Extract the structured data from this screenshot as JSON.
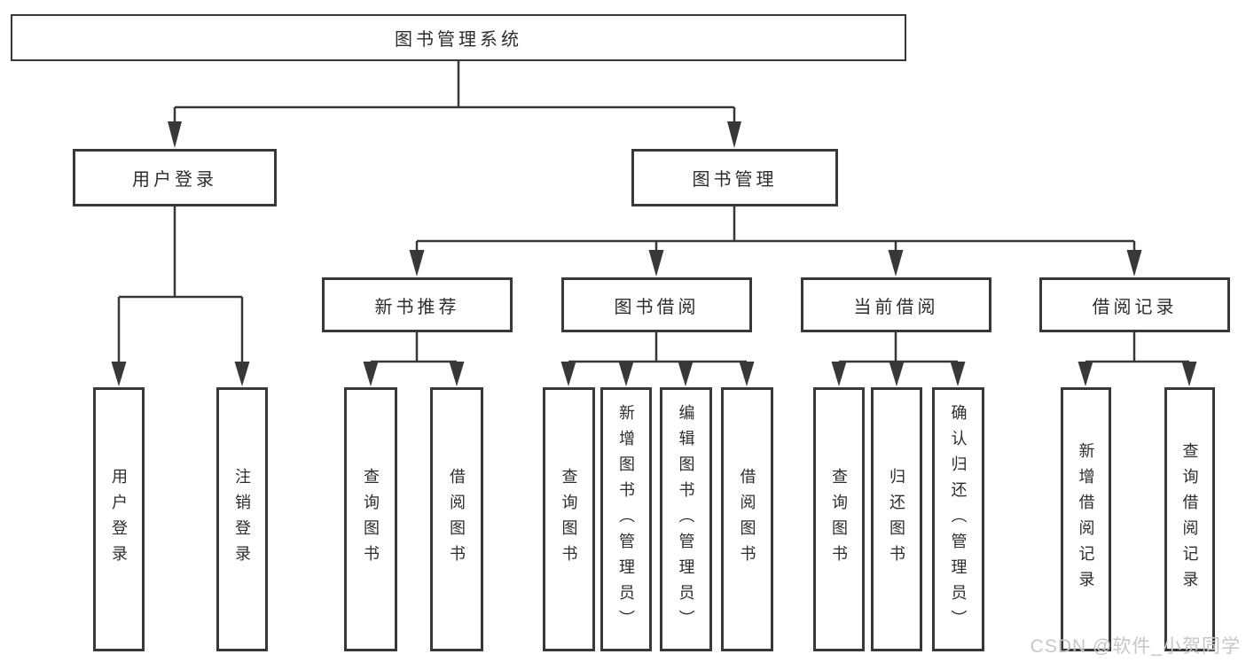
{
  "diagram_title": "图书管理系统",
  "tree": {
    "root": {
      "label": "图书管理系统"
    },
    "user_login": {
      "label": "用户登录",
      "children": [
        {
          "label": "用户登录"
        },
        {
          "label": "注销登录"
        }
      ]
    },
    "book_management": {
      "label": "图书管理",
      "sections": [
        {
          "label": "新书推荐",
          "children": [
            {
              "label": "查询图书"
            },
            {
              "label": "借阅图书"
            }
          ]
        },
        {
          "label": "图书借阅",
          "children": [
            {
              "label": "查询图书"
            },
            {
              "label": "新增图书（管理员）"
            },
            {
              "label": "编辑图书（管理员）"
            },
            {
              "label": "借阅图书"
            }
          ]
        },
        {
          "label": "当前借阅",
          "children": [
            {
              "label": "查询图书"
            },
            {
              "label": "归还图书"
            },
            {
              "label": "确认归还（管理员）"
            }
          ]
        },
        {
          "label": "借阅记录",
          "children": [
            {
              "label": "新增借阅记录"
            },
            {
              "label": "查询借阅记录"
            }
          ]
        }
      ]
    }
  },
  "watermark": "CSDN @软件_小贺同学",
  "colors": {
    "line": "#383838",
    "box_border": "#383838",
    "box_background": "#ffffff",
    "text": "#2d2d2d",
    "page_background": "#ffffff",
    "watermark": "#c6c6c6"
  }
}
